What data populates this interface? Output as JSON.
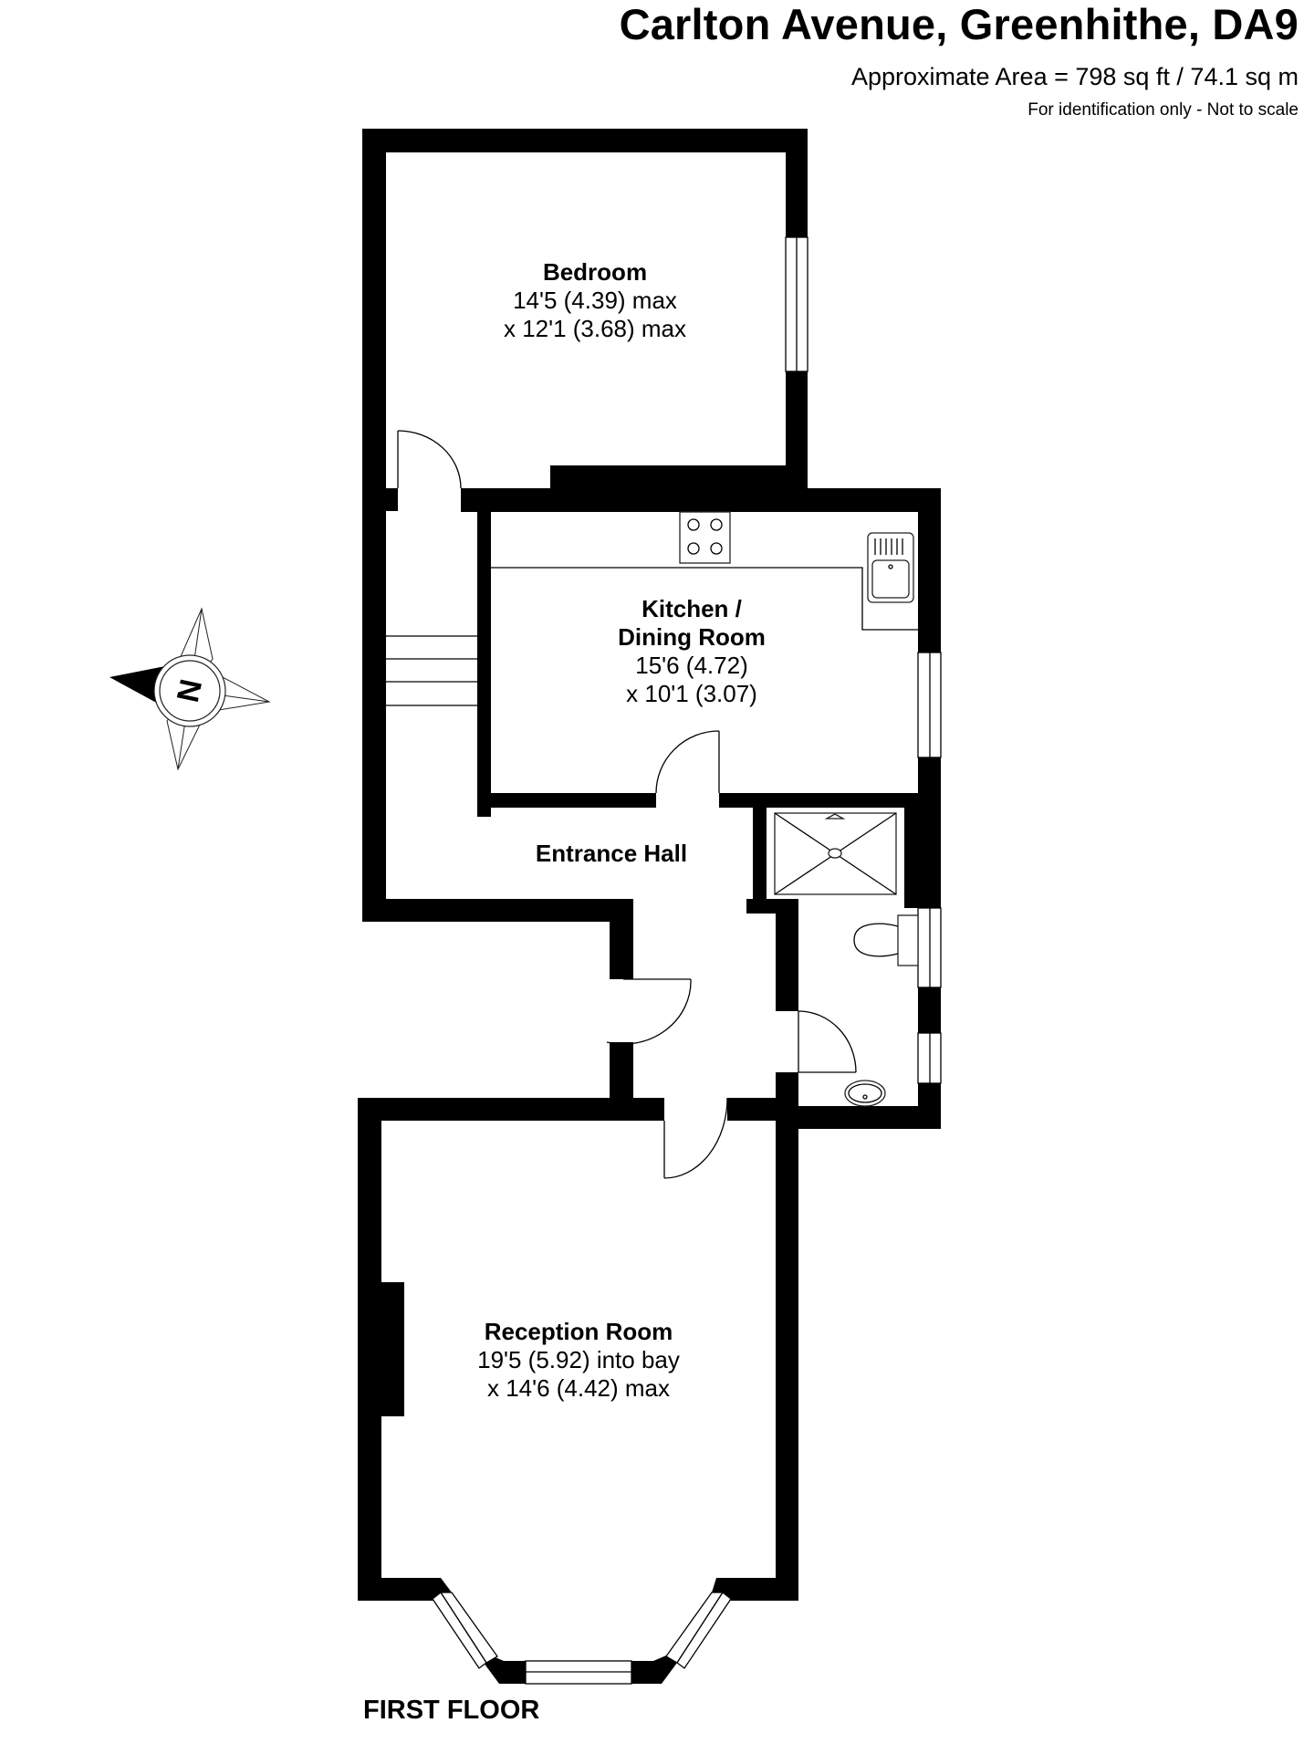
{
  "header": {
    "title": "Carlton Avenue, Greenhithe, DA9",
    "area": "Approximate Area = 798 sq ft / 74.1 sq m",
    "disclaimer": "For identification only - Not to scale"
  },
  "rooms": {
    "bedroom": {
      "name": "Bedroom",
      "dim1": "14'5 (4.39) max",
      "dim2": "x 12'1 (3.68) max"
    },
    "kitchen": {
      "name1": "Kitchen /",
      "name2": "Dining Room",
      "dim1": "15'6 (4.72)",
      "dim2": "x 10'1 (3.07)"
    },
    "hall": {
      "name": "Entrance Hall"
    },
    "reception": {
      "name": "Reception Room",
      "dim1": "19'5 (5.92) into bay",
      "dim2": "x 14'6 (4.42) max"
    }
  },
  "floor_label": "FIRST FLOOR",
  "compass": {
    "letter": "N",
    "icon": "compass-rose-icon"
  },
  "colors": {
    "wall": "#000000",
    "background": "#ffffff"
  }
}
